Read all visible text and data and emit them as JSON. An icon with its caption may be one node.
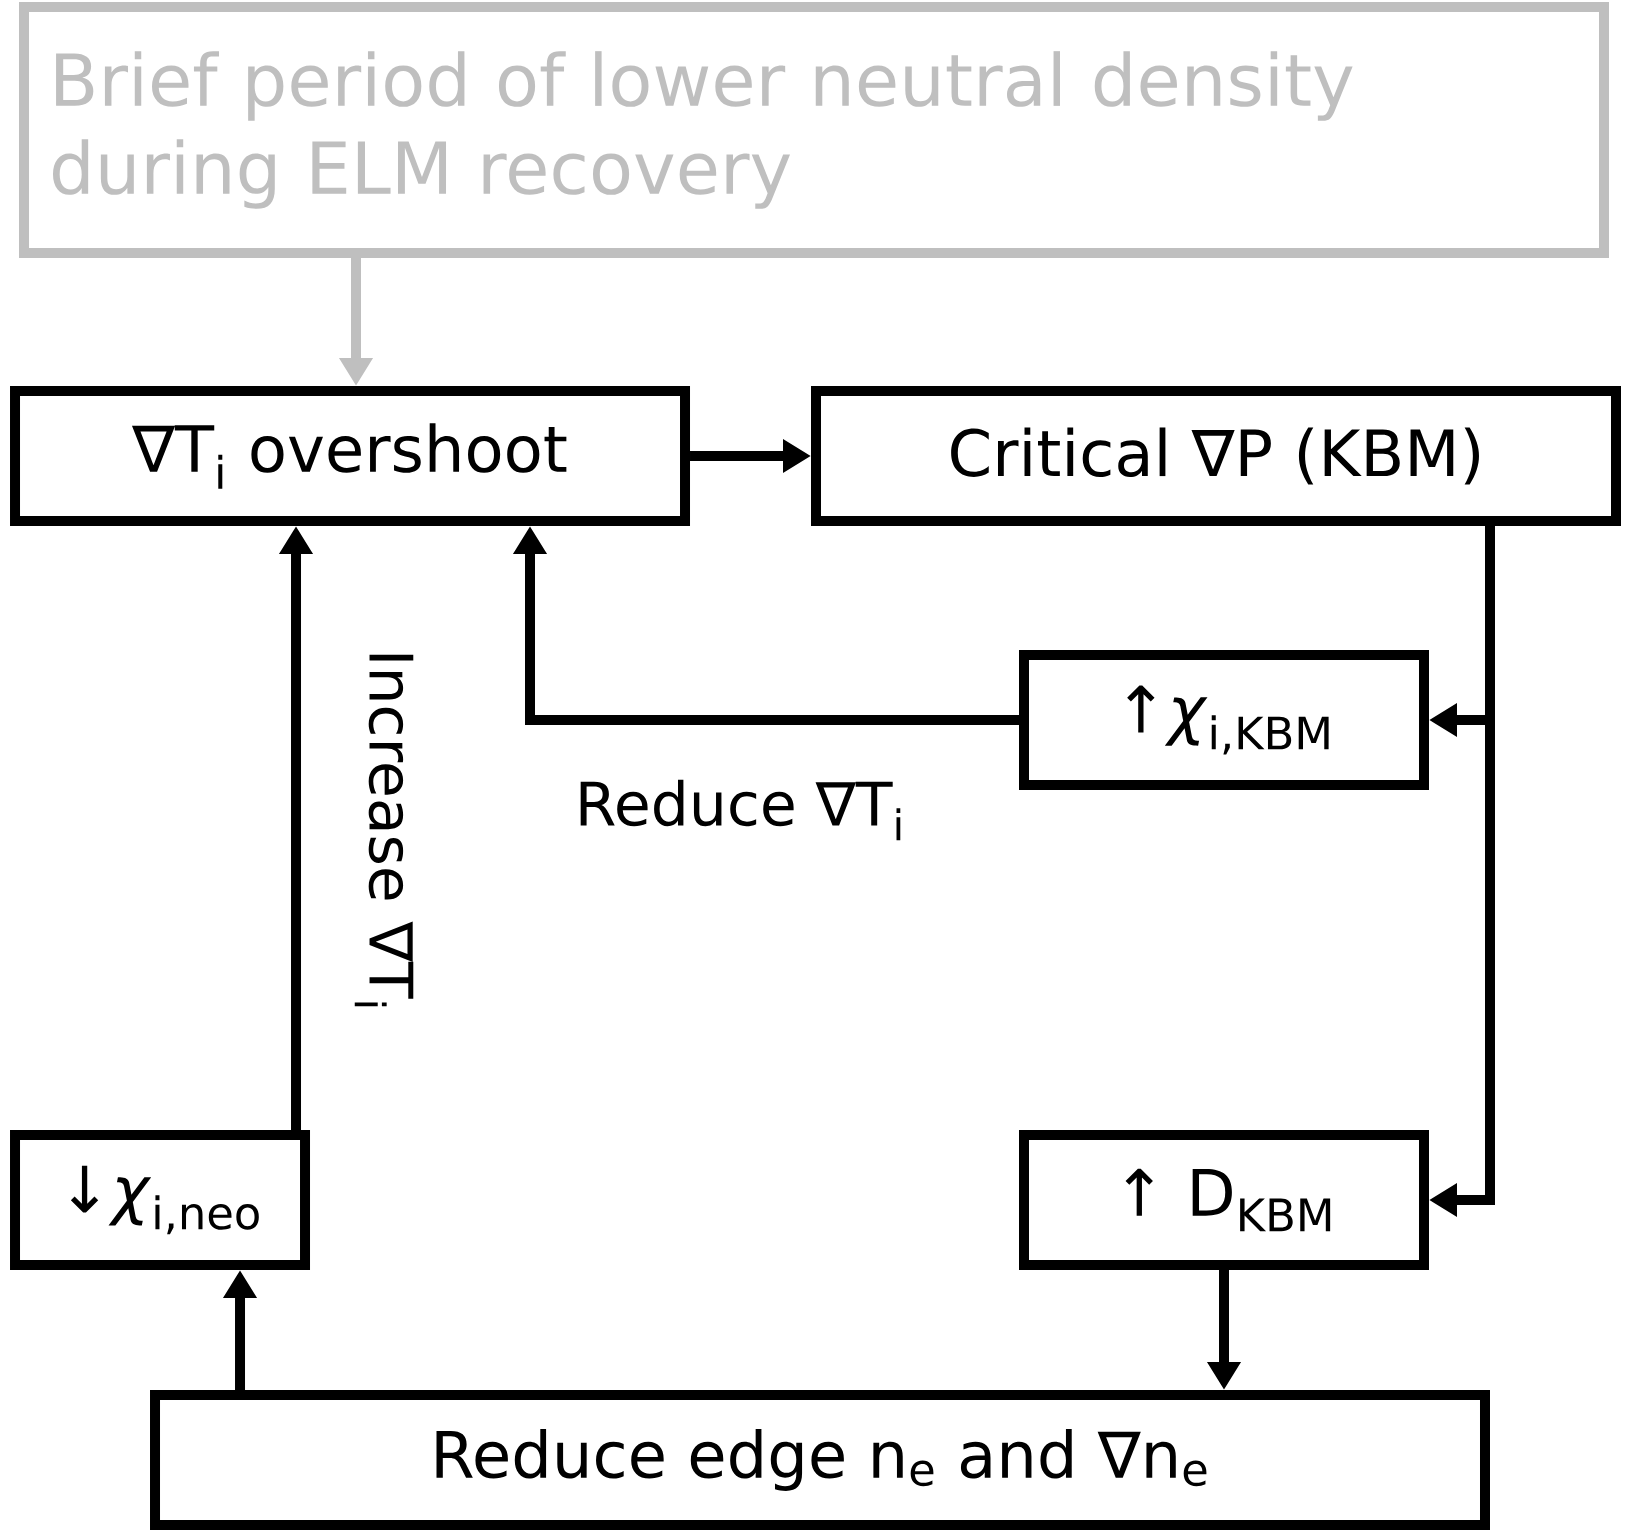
{
  "diagram": {
    "nodes": [
      {
        "text": [
          "Brief period of lower neutral density during ELM recovery"
        ]
      },
      {
        "text": [
          "∇T$_{i}$ overshoot"
        ]
      },
      {
        "text": [
          "Critical ∇P (KBM)"
        ]
      },
      {
        "text": [
          "↑*χ*$_{i,KBM}$"
        ]
      },
      {
        "text": [
          "↓*χ*$_{i,neo}$"
        ]
      },
      {
        "text": [
          "↑ D$_{KBM}$"
        ]
      },
      {
        "text": [
          "Reduce edge n$_{e}$ and ∇n$_{e}$"
        ]
      }
    ],
    "edges": [
      {
        "from": 0,
        "to": 1,
        "arrow": "to",
        "color": "#bfbfbf"
      },
      {
        "from": 1,
        "to": 2,
        "arrow": "to"
      },
      {
        "from": 2,
        "to": 3,
        "arrow": "to"
      },
      {
        "from": 2,
        "to": 5,
        "arrow": "to"
      },
      {
        "from": 3,
        "to": 1,
        "arrow": "to",
        "label": "Reduce ∇T$_{i}$"
      },
      {
        "from": 5,
        "to": 6,
        "arrow": "to"
      },
      {
        "from": 6,
        "to": 4,
        "arrow": "to"
      },
      {
        "from": 4,
        "to": 1,
        "arrow": "to",
        "label": "Increase ∇T$_{i}$"
      }
    ]
  }
}
